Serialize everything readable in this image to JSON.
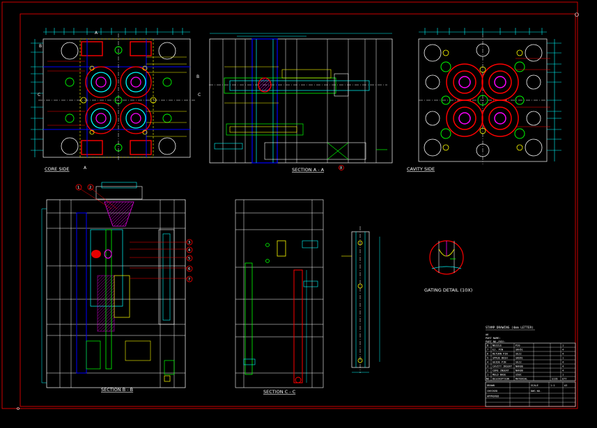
{
  "drawing": {
    "views": {
      "core_side": "CORE SIDE",
      "section_aa": "SECTION A - A",
      "cavity_side": "CAVITY SIDE",
      "section_bb": "SECTION B - B",
      "section_cc": "SECTION C - C",
      "gating_detail": "GATING DETAIL (10X)"
    },
    "section_marks": {
      "a": "A",
      "b": "B",
      "c": "C"
    },
    "balloons": [
      "1",
      "2",
      "3",
      "4",
      "5",
      "6",
      "7",
      "8"
    ],
    "title_block": {
      "heading": "STAMP DRAWING (4mm LETTER)",
      "notes": [
        "A6",
        "PART NAME:",
        "PART NO./REV:"
      ],
      "bom_rows": [
        [
          "8",
          "NOZZLE",
          "P20",
          "",
          "1"
        ],
        [
          "7",
          "EJ. PIN",
          "SKH51",
          "",
          "4"
        ],
        [
          "6",
          "RETURN PIN",
          "SUJ2",
          "",
          "4"
        ],
        [
          "5",
          "SPRUE BUSH",
          "SKD61",
          "",
          "1"
        ],
        [
          "4",
          "GUIDE PIN",
          "SUJ2",
          "",
          "4"
        ],
        [
          "3",
          "CAVITY INSERT",
          "NAK80",
          "",
          "4"
        ],
        [
          "2",
          "CORE INSERT",
          "NAK80",
          "",
          "4"
        ],
        [
          "1",
          "MOLD BASE",
          "S50C",
          "",
          "1"
        ],
        [
          "NO",
          "DESCRIPTION",
          "MATERIAL",
          "SIZE",
          "QTY"
        ]
      ],
      "footer": [
        "DRAWN",
        "CHECKED",
        "APPROVED",
        "SCALE",
        "DWG NO.",
        "1:1",
        "A3"
      ]
    }
  },
  "colors": {
    "background": "#000000",
    "border": "#ff0000",
    "outline": "#ffffff",
    "dimension": "#00ffff",
    "hidden": "#ffff00",
    "cooling": "#0000ff",
    "cavity": "#ff0000",
    "core_pin": "#ff00ff",
    "guide": "#00ff00"
  }
}
